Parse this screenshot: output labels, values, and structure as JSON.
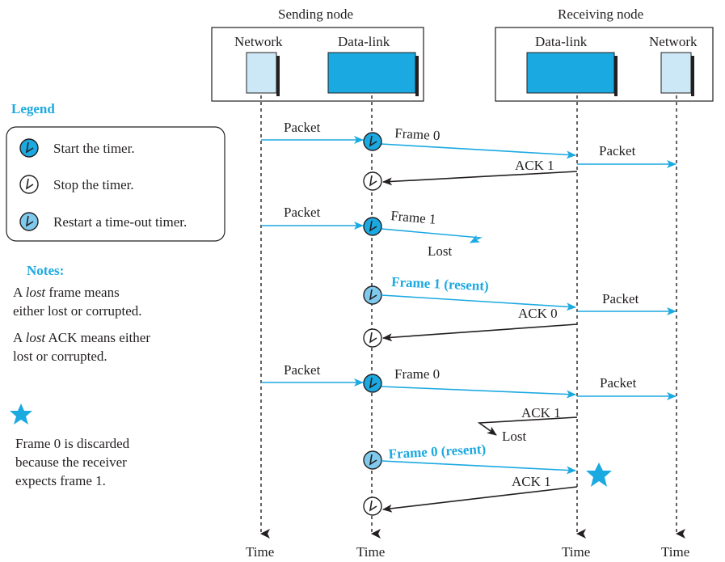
{
  "colors": {
    "accent": "#1ba9e1",
    "light": "#cce8f6",
    "line": "#231f20"
  },
  "nodes": {
    "sending": {
      "title": "Sending node",
      "network_label": "Network",
      "datalink_label": "Data-link"
    },
    "receiving": {
      "title": "Receiving node",
      "datalink_label": "Data-link",
      "network_label": "Network"
    }
  },
  "time_labels": [
    "Time",
    "Time",
    "Time",
    "Time"
  ],
  "legend": {
    "title": "Legend",
    "items": [
      {
        "icon": "timer-start-icon",
        "label": "Start the timer."
      },
      {
        "icon": "timer-stop-icon",
        "label": "Stop the timer."
      },
      {
        "icon": "timer-restart-icon",
        "label": "Restart a time-out timer."
      }
    ]
  },
  "notes": {
    "title": "Notes:",
    "line1_em": "lost",
    "line1_a": "A",
    "line1_b": "frame means",
    "line2": "either lost or corrupted.",
    "line3_a": "A",
    "line3_em": "lost",
    "line3_b": "ACK means either",
    "line4": "lost or corrupted."
  },
  "discard_note": {
    "line1": "Frame 0 is discarded",
    "line2": "because the receiver",
    "line3": "expects frame 1."
  },
  "messages": {
    "packet": "Packet",
    "frame0": "Frame 0",
    "frame1": "Frame 1",
    "frame1_resent": "Frame 1 (resent)",
    "frame0_resent": "Frame 0 (resent)",
    "ack1": "ACK 1",
    "ack0": "ACK 0",
    "lost": "Lost"
  }
}
